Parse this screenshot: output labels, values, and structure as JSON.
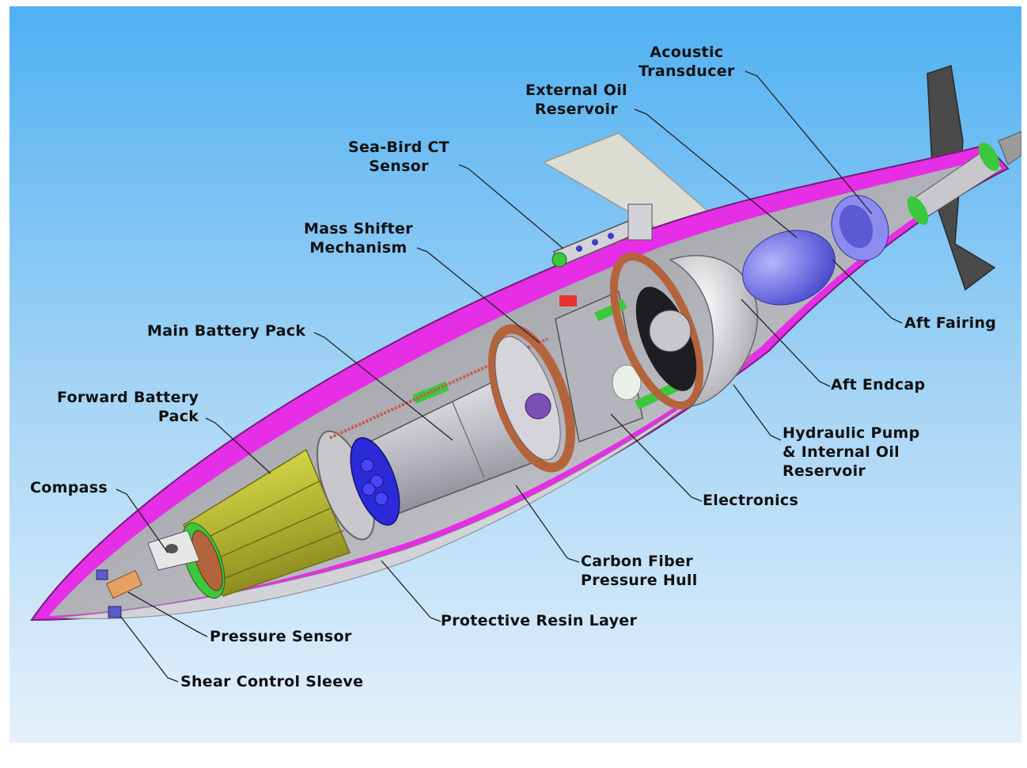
{
  "labels": {
    "acoustic_transducer": [
      "Acoustic",
      "Transducer"
    ],
    "external_oil_reservoir": [
      "External Oil",
      "Reservoir"
    ],
    "seabird_ct_sensor": [
      "Sea-Bird CT",
      "Sensor"
    ],
    "mass_shifter_mechanism": [
      "Mass Shifter",
      "Mechanism"
    ],
    "main_battery_pack": "Main Battery Pack",
    "forward_battery_pack": [
      "Forward Battery",
      "Pack"
    ],
    "compass": "Compass",
    "pressure_sensor": "Pressure Sensor",
    "shear_control_sleeve": "Shear Control Sleeve",
    "protective_resin_layer": "Protective Resin Layer",
    "carbon_fiber_pressure_hull": [
      "Carbon Fiber",
      "Pressure Hull"
    ],
    "electronics": "Electronics",
    "hydraulic_pump": [
      "Hydraulic Pump",
      "& Internal Oil",
      "Reservoir"
    ],
    "aft_endcap": "Aft Endcap",
    "aft_fairing": "Aft Fairing"
  },
  "colors": {
    "sky_top": "#4fb0f2",
    "sky_bottom": "#e4f1fb",
    "fairing": "#e62ee6",
    "hull_gray": "#c8c8cc",
    "battery_yellow": "#c8c832",
    "battery_blue": "#2a2ad8",
    "reservoir_blue": "#6464e6",
    "green_part": "#3cc83c",
    "bronze_ring": "#b4643c",
    "fin_dark": "#4a4a4a",
    "fin_light": "#dcdcd2"
  }
}
